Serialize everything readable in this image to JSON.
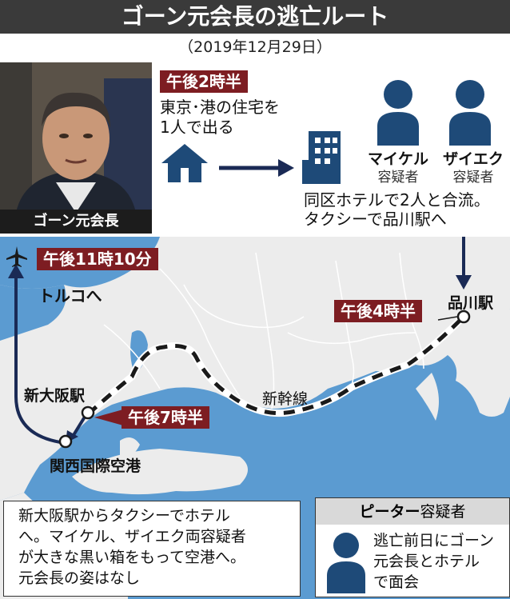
{
  "title": "ゴーン元会長の逃亡ルート",
  "date": "（2019年12月29日）",
  "photo_label": "ゴーン元会長",
  "step1": {
    "time": "午後2時半",
    "desc_line1": "東京･港の住宅を",
    "desc_line2": "1人で出る"
  },
  "hotel": {
    "desc_line1": "同区ホテルで2人と合流。",
    "desc_line2": "タクシーで品川駅へ"
  },
  "persons": [
    {
      "name": "マイケル",
      "role": "容疑者"
    },
    {
      "name": "ザイエク",
      "role": "容疑者"
    }
  ],
  "shinagawa": {
    "time": "午後4時半",
    "station": "品川駅"
  },
  "shinkansen": "新幹線",
  "shin_osaka": {
    "time": "午後7時半",
    "station": "新大阪駅"
  },
  "kansai": {
    "airport": "関西国際空港"
  },
  "flight": {
    "time": "午後11時10分",
    "dest": "トルコへ"
  },
  "left_box": {
    "line1": "新大阪駅からタクシーでホテル",
    "line2": "へ。マイケル、ザイエク両容疑者",
    "line3": "が大きな黒い箱をもって空港へ。",
    "line4": "元会長の姿はなし"
  },
  "peter": {
    "name": "ピーター",
    "role": "容疑者",
    "line1": "逃亡前日にゴーン",
    "line2": "元会長とホテル",
    "line3": "で面会"
  },
  "colors": {
    "badge": "#7d1d22",
    "person": "#1e4a78",
    "sea": "#5b9bd1",
    "land": "#ececec",
    "arrow": "#1a2a55"
  }
}
